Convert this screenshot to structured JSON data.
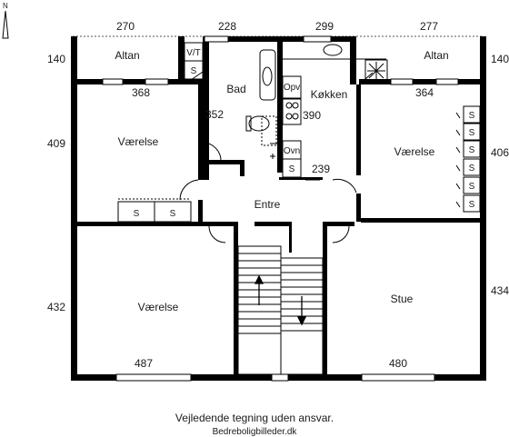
{
  "compass": {
    "label": "N",
    "icon": "north-arrow-icon"
  },
  "dimensions": {
    "top": [
      "270",
      "228",
      "299",
      "277"
    ],
    "left": [
      "140",
      "409",
      "432"
    ],
    "right": [
      "140",
      "406",
      "434"
    ],
    "interior": [
      "368",
      "352",
      "390",
      "239",
      "364",
      "487",
      "480"
    ]
  },
  "rooms": {
    "altan_left": "Altan",
    "altan_right": "Altan",
    "bad": "Bad",
    "kokken": "Køkken",
    "vaerelse_left": "Værelse",
    "vaerelse_right": "Værelse",
    "entre": "Entre",
    "vaerelse_bottom": "Værelse",
    "stue": "Stue"
  },
  "fixtures": {
    "vt": "V/T",
    "s": "S",
    "opv": "Opv",
    "ovn": "Ovn",
    "storage_s": "S"
  },
  "caption": {
    "line1": "Vejledende tegning uden ansvar.",
    "line2": "Bedreboligbilleder.dk"
  },
  "colors": {
    "wall": "#000000",
    "line": "#1a1a1a",
    "background": "#ffffff"
  }
}
